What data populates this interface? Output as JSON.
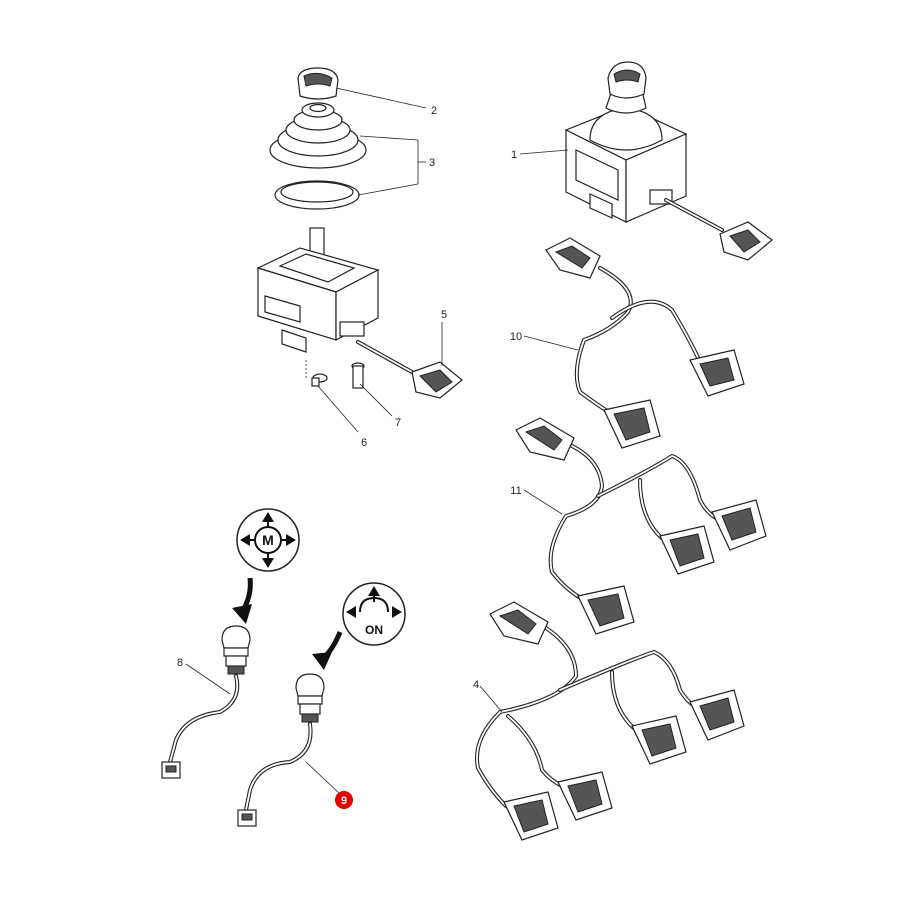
{
  "callouts": {
    "c1": "1",
    "c2": "2",
    "c3": "3",
    "c4": "4",
    "c5": "5",
    "c6": "6",
    "c7": "7",
    "c8": "8",
    "c9": "9",
    "c10": "10",
    "c11": "11"
  },
  "symbols": {
    "mode_letter": "M",
    "on_text": "ON"
  },
  "colors": {
    "highlight": "#e00000",
    "line": "#222222"
  }
}
